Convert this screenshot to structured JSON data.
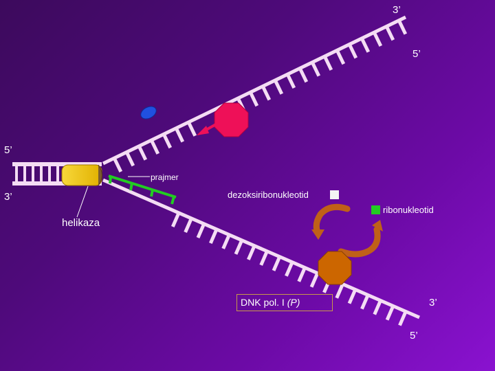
{
  "strand_ends": {
    "top_right_3": "3’",
    "top_right_5": "5’",
    "left_5": "5’",
    "left_3": "3’",
    "bottom_right_3": "3’",
    "bottom_right_5": "5’"
  },
  "labels": {
    "primer": "prajmer",
    "deoxyribonucleotide": "dezoksiribonukleotid",
    "ribonucleotide": "ribonukleotid",
    "helicase": "helikaza",
    "dna_pol_prefix": "DNK pol. I ",
    "dna_pol_italic": "(P)"
  },
  "colors": {
    "backbone": "#f4dcf4",
    "primer": "#22cc22",
    "helicase": "#f3c810",
    "polymerase_top": "#ee1058",
    "polymerase_bottom": "#cc6600",
    "blue_protein": "#2050e0",
    "arrow_red": "#ee1058",
    "arrow_brown": "#c06018",
    "box_border": "#c89a4a"
  }
}
